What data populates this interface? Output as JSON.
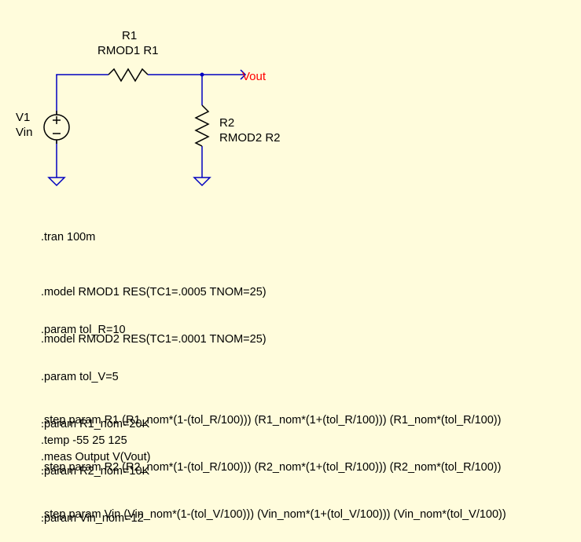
{
  "schematic": {
    "wire_color": "#0000c0",
    "net_label_color": "#ff0000",
    "components": {
      "r1": {
        "name": "R1",
        "value": "RMOD1 R1"
      },
      "r2": {
        "name": "R2",
        "value": "RMOD2 R2"
      },
      "v1": {
        "name": "V1",
        "value": "Vin"
      }
    },
    "net_label": "Vout"
  },
  "directives": {
    "tran": ".tran 100m",
    "models": [
      ".model RMOD1 RES(TC1=.0005 TNOM=25)",
      ".model RMOD2 RES(TC1=.0001 TNOM=25)"
    ],
    "params": [
      ".param tol_R=10",
      ".param tol_V=5",
      ".param R1_nom=20K",
      ".param R2_nom=10K",
      ".param Vin_nom=12"
    ],
    "steps": [
      ".step param R1 (R1_nom*(1-(tol_R/100))) (R1_nom*(1+(tol_R/100))) (R1_nom*(tol_R/100))",
      ".step param R2 (R2_nom*(1-(tol_R/100))) (R2_nom*(1+(tol_R/100))) (R2_nom*(tol_R/100))",
      ".step param Vin (Vin_nom*(1-(tol_V/100))) (Vin_nom*(1+(tol_V/100))) (Vin_nom*(tol_V/100))"
    ],
    "temp": ".temp -55 25 125",
    "meas": ".meas Output V(Vout)"
  }
}
